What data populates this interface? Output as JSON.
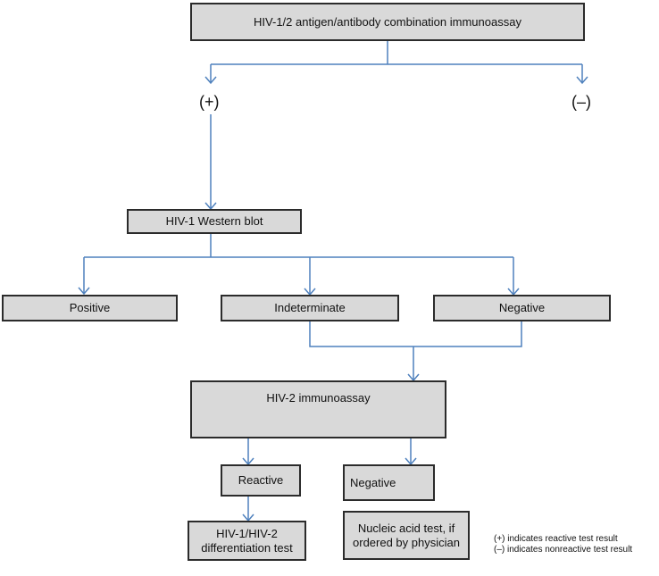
{
  "nodes": {
    "combo_assay": "HIV-1/2 antigen/antibody combination immunoassay",
    "western_blot": "HIV-1 Western blot",
    "positive": "Positive",
    "indeterminate": "Indeterminate",
    "wb_negative": "Negative",
    "hiv2_immunoassay": "HIV-2 immunoassay",
    "reactive": "Reactive",
    "hiv2_negative": "Negative",
    "differentiation_test": "HIV-1/HIV-2 differentiation test",
    "nucleic_acid_test": "Nucleic acid test, if ordered by physician"
  },
  "branch_labels": {
    "reactive": "(+)",
    "nonreactive": "(–)"
  },
  "legend": {
    "reactive": "(+) indicates reactive test result",
    "nonreactive": "(–) indicates nonreactive test result"
  },
  "colors": {
    "box_fill": "#d9d9d9",
    "box_border": "#2b2b2b",
    "connector": "#4f81bd"
  }
}
